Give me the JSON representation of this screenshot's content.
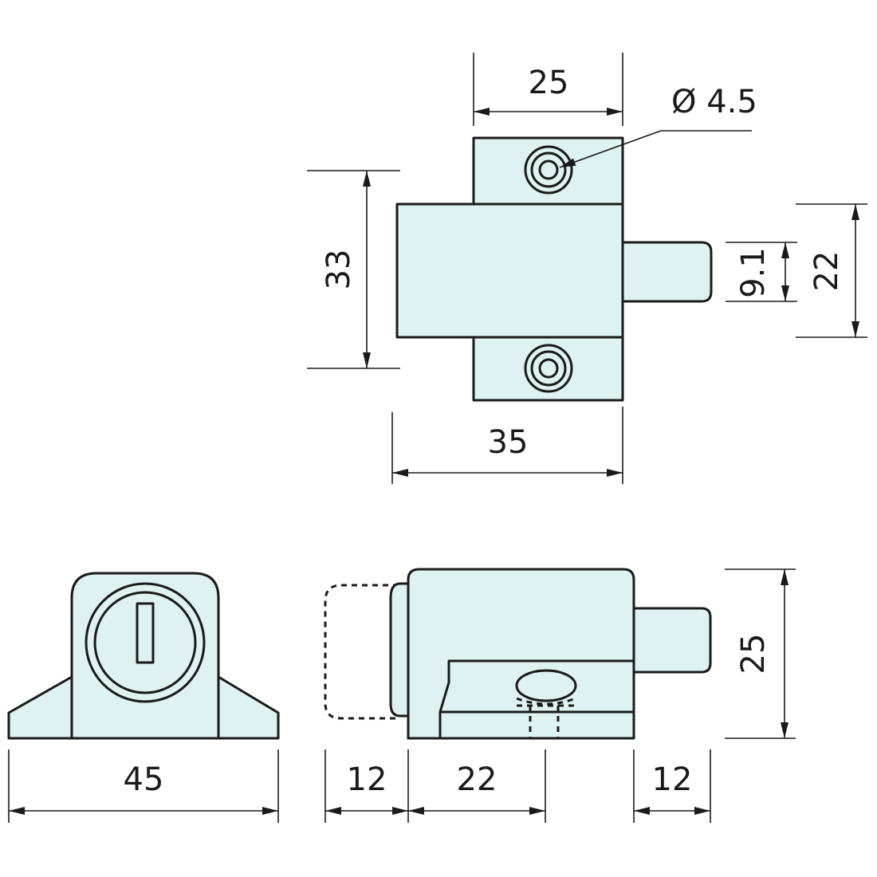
{
  "diagram": {
    "colors": {
      "part_fill": "#dff2f2",
      "line": "#1a1a1a",
      "background": "#ffffff"
    },
    "dimensions": {
      "top_width": "25",
      "hole_diameter": "Ø 4.5",
      "body_height": "33",
      "bolt_height": "9.1",
      "plate_height": "22",
      "overall_width": "35",
      "end_width": "45",
      "open_travel": "12",
      "body_depth": "22",
      "bolt_travel": "12",
      "side_height": "25"
    }
  }
}
